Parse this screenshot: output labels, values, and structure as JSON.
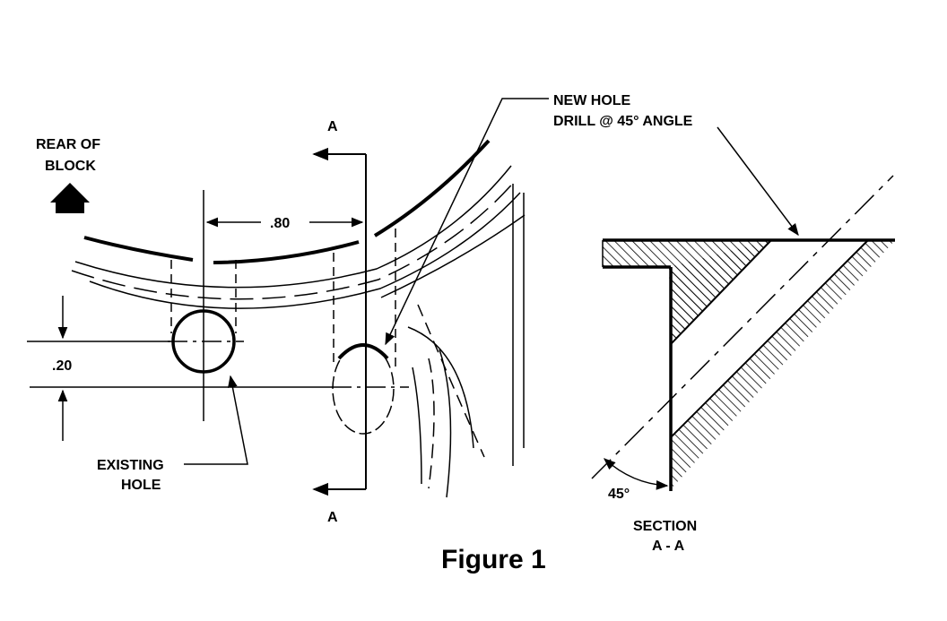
{
  "figure": {
    "caption": "Figure 1",
    "labels": {
      "rear_of_block_line1": "REAR OF",
      "rear_of_block_line2": "BLOCK",
      "section_mark_top": "A",
      "section_mark_bottom": "A",
      "dim_horizontal": ".80",
      "dim_vertical": ".20",
      "existing_hole_line1": "EXISTING",
      "existing_hole_line2": "HOLE",
      "new_hole_line1": "NEW HOLE",
      "new_hole_line2": "DRILL @ 45° ANGLE",
      "angle": "45°",
      "section_line1": "SECTION",
      "section_line2": "A - A"
    }
  },
  "colors": {
    "ink": "#000000",
    "paper": "#ffffff"
  }
}
